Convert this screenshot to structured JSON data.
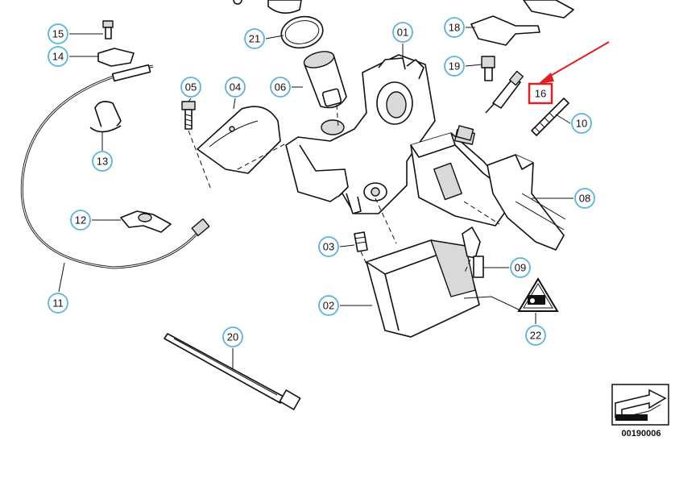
{
  "callouts": {
    "c01": "01",
    "c02": "02",
    "c03": "03",
    "c04": "04",
    "c05": "05",
    "c06": "06",
    "c08": "08",
    "c09": "09",
    "c10": "10",
    "c11": "11",
    "c12": "12",
    "c13": "13",
    "c14": "14",
    "c15": "15",
    "c16": "16",
    "c18": "18",
    "c19": "19",
    "c20": "20",
    "c21": "21",
    "c22": "22"
  },
  "highlight": {
    "callout": "16",
    "color": "#e02020"
  },
  "callout_ring_color": "#5ab4e0",
  "document_number": "00190006",
  "icons": {
    "footer": "arrow-box-icon",
    "warning": "triangle-warning-icon"
  }
}
